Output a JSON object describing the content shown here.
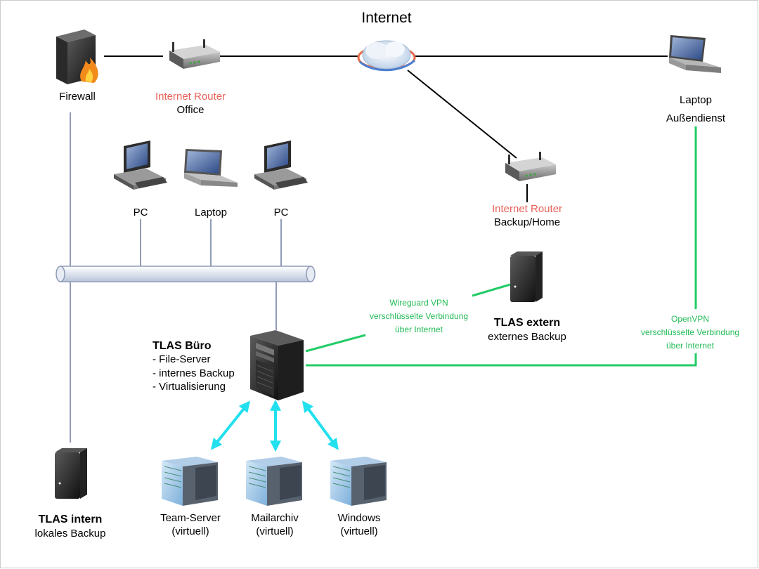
{
  "colors": {
    "link": "#000000",
    "lan": "#8f9bb6",
    "vpn": "#22cc66",
    "virtual": "#22e0ee",
    "router_label": "#e8625a",
    "vpn_label": "#22bb55"
  },
  "nodes": {
    "internet": {
      "title": "Internet"
    },
    "firewall": {
      "label": "Firewall"
    },
    "router_office": {
      "line1": "Internet Router",
      "line2": "Office"
    },
    "laptop_field": {
      "line1": "Laptop",
      "line2": "Außendienst"
    },
    "pc1": {
      "label": "PC"
    },
    "laptop_office": {
      "label": "Laptop"
    },
    "pc2": {
      "label": "PC"
    },
    "router_home": {
      "line1": "Internet Router",
      "line2": "Backup/Home"
    },
    "tlas_extern": {
      "title": "TLAS extern",
      "subtitle": "externes Backup"
    },
    "tlas_buero": {
      "title": "TLAS Büro",
      "lines": [
        "- File-Server",
        "- internes Backup",
        "- Virtualisierung"
      ]
    },
    "tlas_intern": {
      "title": "TLAS intern",
      "subtitle": "lokales Backup"
    },
    "vm_team": {
      "line1": "Team-Server",
      "line2": "(virtuell)"
    },
    "vm_mail": {
      "line1": "Mailarchiv",
      "line2": "(virtuell)"
    },
    "vm_windows": {
      "line1": "Windows",
      "line2": "(virtuell)"
    }
  },
  "vpn_labels": {
    "wireguard": [
      "Wireguard VPN",
      "verschlüsselte Verbindung",
      "über Internet"
    ],
    "openvpn": [
      "OpenVPN",
      "verschlüsselte Verbindung",
      "über Internet"
    ]
  },
  "icons": {
    "internet": "cloud-icon",
    "firewall": "firewall-icon",
    "router": "router-icon",
    "laptop": "laptop-icon",
    "pc": "desktop-pc-icon",
    "nas": "nas-icon",
    "server": "tower-server-icon",
    "vm": "virtual-machine-icon"
  }
}
